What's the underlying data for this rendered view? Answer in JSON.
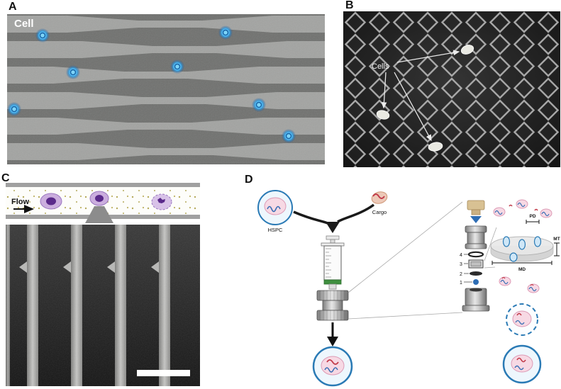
{
  "figure": {
    "panel_a": {
      "label": "A",
      "cell_annotation": "Cell"
    },
    "panel_b": {
      "label": "B",
      "cells_annotation": "Cells"
    },
    "panel_c": {
      "label": "C",
      "flow_label": "Flow"
    },
    "panel_d": {
      "label": "D",
      "hspc_label": "HSPC",
      "cargo_label": "Cargo",
      "pd_label": "PD",
      "mt_label": "MT",
      "md_label": "MD",
      "part_numbers": [
        "4",
        "3",
        "2",
        "1"
      ]
    },
    "colors": {
      "accent_blue": "#2a7ab5",
      "cell_glow_blue": "#3aa8e8",
      "cell_purple": "#5a2a8a",
      "cell_pink": "#f7d9e4",
      "cargo_red": "#c23b4a",
      "sem_light_gray": "#a2a3a1",
      "sem_dark_bg": "#1c1c1c"
    }
  }
}
